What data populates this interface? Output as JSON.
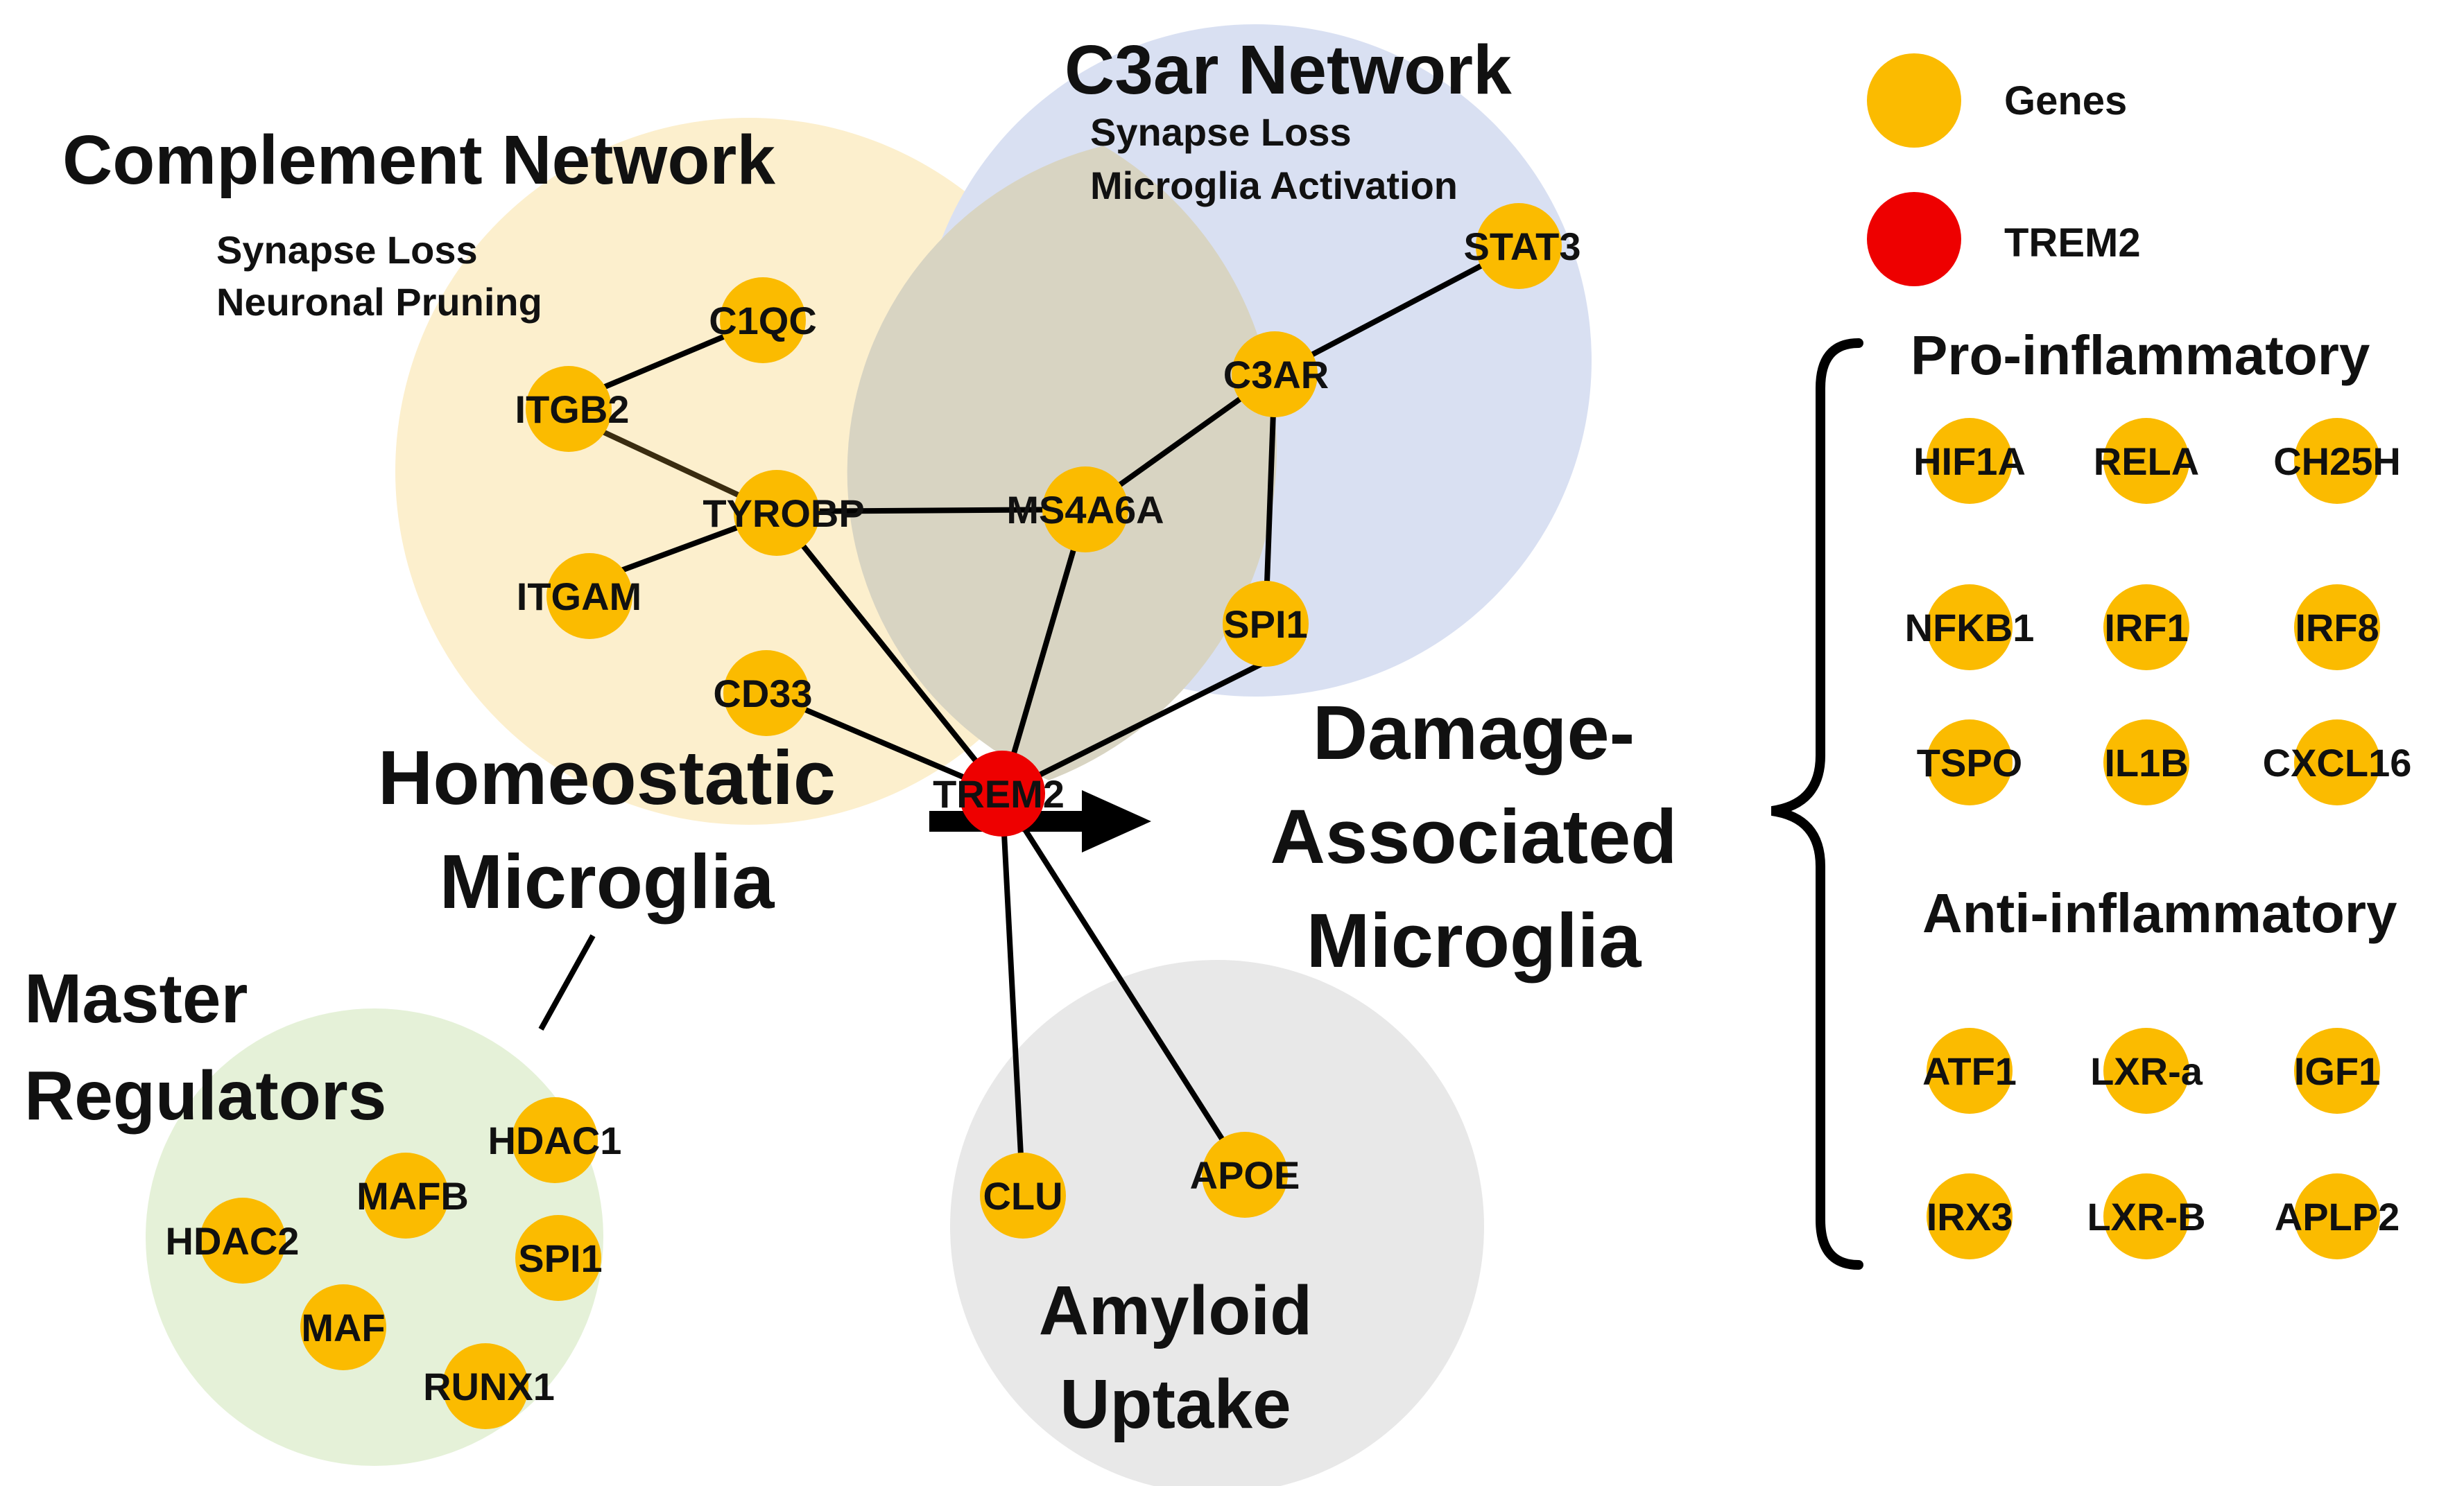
{
  "colors": {
    "gene": "#FBBB00",
    "trem2": "#EE0000",
    "complement_bg": "#FCEFCD",
    "c3ar_bg": "#D9E0F2",
    "master_bg": "#E5F1D8",
    "amyloid_bg": "#E8E8E8",
    "edge": "#000000"
  },
  "regions": {
    "complement": {
      "title": "Complement Network",
      "line1": "Synapse Loss",
      "line2": "Neuronal Pruning"
    },
    "c3ar": {
      "title": "C3ar Network",
      "line1": "Synapse Loss",
      "line2": "Microglia Activation"
    },
    "master": {
      "line1": "Master",
      "line2": "Regulators"
    },
    "amyloid": {
      "line1": "Amyloid",
      "line2": "Uptake"
    }
  },
  "states": {
    "homeostatic": {
      "line1": "Homeostatic",
      "line2": "Microglia"
    },
    "dam": {
      "line1": "Damage-",
      "line2": "Associated",
      "line3": "Microglia"
    }
  },
  "nodes": {
    "c1qc": "C1QC",
    "itgb2": "ITGB2",
    "tyrobp": "TYROBP",
    "itgam": "ITGAM",
    "cd33": "CD33",
    "ms4a6a": "MS4A6A",
    "c3ar": "C3AR",
    "stat3": "STAT3",
    "spi1": "SPI1",
    "trem2": "TREM2",
    "clu": "CLU",
    "apoe": "APOE",
    "hdac1": "HDAC1",
    "mafb": "MAFB",
    "hdac2": "HDAC2",
    "spi1_master": "SPI1",
    "maf": "MAF",
    "runx1": "RUNX1"
  },
  "legend": {
    "genes": "Genes",
    "trem2": "TREM2"
  },
  "dam_panel": {
    "pro_title": "Pro-inflammatory",
    "pro": [
      "HIF1A",
      "RELA",
      "CH25H",
      "NFKB1",
      "IRF1",
      "IRF8",
      "TSPO",
      "IL1B",
      "CXCL16"
    ],
    "anti_title": "Anti-inflammatory",
    "anti": [
      "ATF1",
      "LXR-a",
      "IGF1",
      "IRX3",
      "LXR-B",
      "APLP2"
    ]
  }
}
